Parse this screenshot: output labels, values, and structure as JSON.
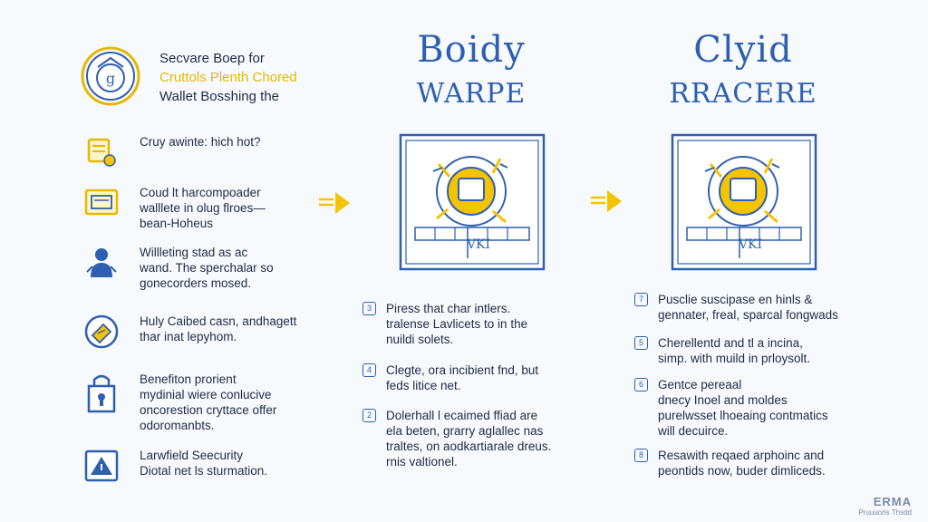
{
  "header": {
    "line1": "Secvare Boep for",
    "line2": "Cruttols Plenth Chored",
    "line3": "Wallet Bosshing the"
  },
  "left_items": [
    {
      "icon": "document-icon",
      "text": [
        "Cruy awinte: hich hot?"
      ]
    },
    {
      "icon": "card-icon",
      "text": [
        "Coud lt harcompoader",
        "walllete in olug flroes—",
        "bean-Hoheus"
      ]
    },
    {
      "icon": "person-icon",
      "text": [
        "Willleting stad as ac",
        "wand. The sperchalar so",
        "gonecorders mosed."
      ]
    },
    {
      "icon": "tag-icon",
      "text": [
        "Huly Caibed casn, andhagett",
        "thar inat lepyhom."
      ]
    },
    {
      "icon": "lock-icon",
      "text": [
        "Benefiton prorient",
        "mydinial wiere conlucive",
        "oncorestion cryttace offer",
        "odoromanbts."
      ]
    },
    {
      "icon": "warning-icon",
      "text": [
        "Larwfield Seecurity",
        "Diotal net ls sturmation."
      ]
    }
  ],
  "columns": [
    {
      "title1": "Boidy",
      "title2": "WARPE",
      "card_label": "VKI",
      "points": [
        {
          "num": "3",
          "text": [
            "Piress that char intlers.",
            "tralense Lavlicets to in the",
            "nuildi solets."
          ]
        },
        {
          "num": "4",
          "text": [
            "Clegte, ora incibient fnd, but",
            "feds litice net."
          ]
        },
        {
          "num": "2",
          "text": [
            "Dolerhall l ecaimed ffiad are",
            "ela beten, grarry aglallec nas",
            "traltes, on aodkartiarale dreus.",
            "rnis valtionel."
          ]
        }
      ]
    },
    {
      "title1": "Clyid",
      "title2": "RRACERE",
      "card_label": "VKI",
      "points": [
        {
          "num": "7",
          "text": [
            "Pusclie suscipase en hinls &",
            "gennater, freal, sparcal fongwads"
          ]
        },
        {
          "num": "5",
          "text": [
            "Cherellentd and tl a incina,",
            "simp. with muild in prloysolt."
          ]
        },
        {
          "num": "6",
          "text": [
            "Gentce pereaal",
            "dnecy Inoel and moldes",
            "purelwsset lhoeaing contmatics",
            "will decuirce."
          ]
        },
        {
          "num": "8",
          "text": [
            "Resawith reqaed arphoinc and",
            "peontids now, buder dimliceds."
          ]
        }
      ]
    }
  ],
  "watermark": {
    "line1": "ERMA",
    "line2": "Pruuuoris Thsdd"
  },
  "colors": {
    "blue": "#2f5fb0",
    "yellow": "#f5c400",
    "text": "#1f2a44",
    "background": "#f7fafd"
  }
}
